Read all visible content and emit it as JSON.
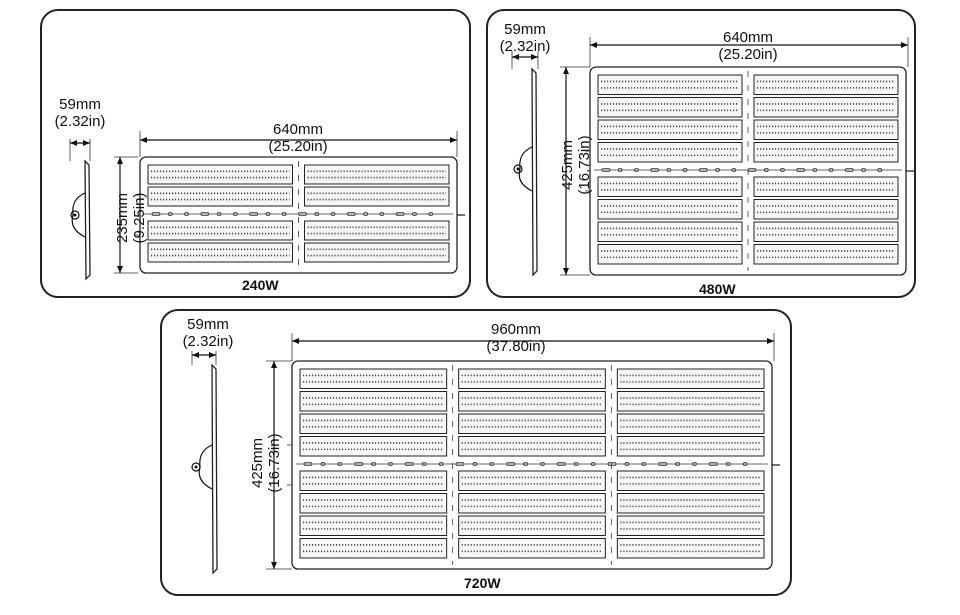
{
  "diagrams": [
    {
      "id": "p240",
      "model": "240W",
      "depth": {
        "mm": "59mm",
        "in": "(2.32in)"
      },
      "width": {
        "mm": "640mm",
        "in": "(25.20in)"
      },
      "height": {
        "mm": "235mm",
        "in": "(9.25in)"
      }
    },
    {
      "id": "p480",
      "model": "480W",
      "depth": {
        "mm": "59mm",
        "in": "(2.32in)"
      },
      "width": {
        "mm": "640mm",
        "in": "(25.20in)"
      },
      "height": {
        "mm": "425mm",
        "in": "(16.73in)"
      }
    },
    {
      "id": "p720",
      "model": "720W",
      "depth": {
        "mm": "59mm",
        "in": "(2.32in)"
      },
      "width": {
        "mm": "960mm",
        "in": "(37.80in)"
      },
      "height": {
        "mm": "425mm",
        "in": "(16.73in)"
      }
    }
  ]
}
